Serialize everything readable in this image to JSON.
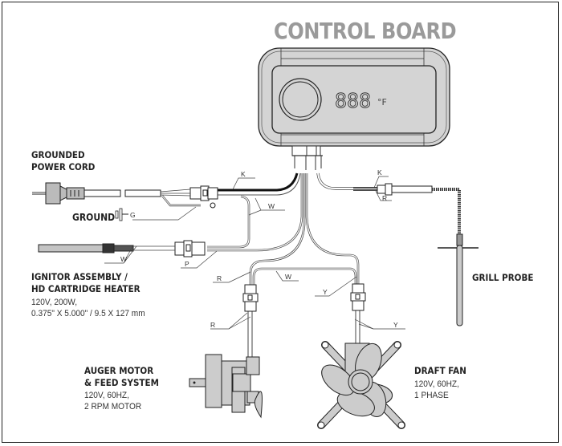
{
  "diagram": {
    "title": "CONTROL BOARD",
    "control_board": {
      "display_digits": "888",
      "display_unit": "°F"
    },
    "components": {
      "power_cord": {
        "line1": "GROUNDED",
        "line2": "POWER CORD"
      },
      "ground": {
        "label": "GROUND",
        "wire_code": "G"
      },
      "ignitor": {
        "line1": "IGNITOR ASSEMBLY /",
        "line2": "HD CARTRIDGE HEATER",
        "spec1": "120V, 200W,",
        "spec2": "0.375\" X 5.000\" / 9.5 X 127 mm"
      },
      "grill_probe": {
        "label": "GRILL PROBE"
      },
      "auger": {
        "line1": "AUGER MOTOR",
        "line2": "& FEED SYSTEM",
        "spec1": "120V, 60HZ,",
        "spec2": "2 RPM MOTOR"
      },
      "draft_fan": {
        "label": "DRAFT FAN",
        "spec1": "120V, 60HZ,",
        "spec2": "1 PHASE"
      }
    },
    "wire_codes": {
      "black": "K",
      "white": "W",
      "purple": "P",
      "red": "R",
      "yellow": "Y"
    }
  }
}
